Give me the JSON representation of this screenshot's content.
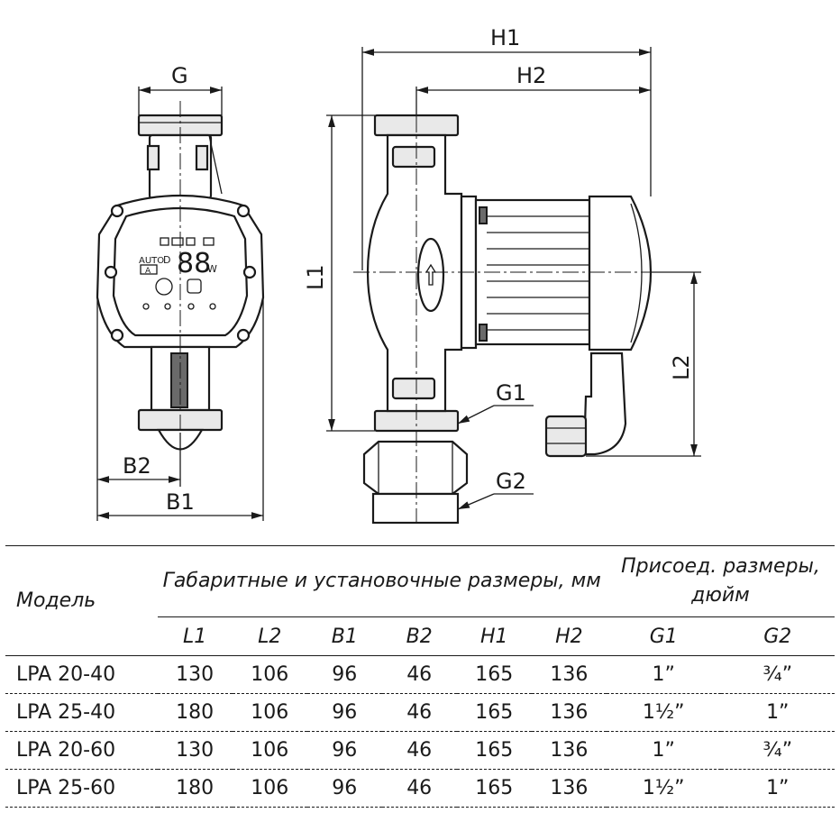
{
  "dimensions": {
    "g": "G",
    "b1": "B1",
    "b2": "B2",
    "h1": "H1",
    "h2": "H2",
    "l1": "L1",
    "l2": "L2",
    "g1": "G1",
    "g2": "G2"
  },
  "panel": {
    "auto_label": "AUTO",
    "mode_letter": "D",
    "display_digits": "88",
    "unit": "W",
    "mode_badge": "A"
  },
  "table": {
    "model_header": "Модель",
    "group_dimensions": "Габаритные и установочные размеры, мм",
    "group_connection": "Присоед. размеры, дюйм",
    "columns": [
      "L1",
      "L2",
      "B1",
      "B2",
      "H1",
      "H2",
      "G1",
      "G2"
    ],
    "rows": [
      {
        "model": "LPA 20-40",
        "values": [
          "130",
          "106",
          "96",
          "46",
          "165",
          "136",
          "1”",
          "¾”"
        ]
      },
      {
        "model": "LPA 25-40",
        "values": [
          "180",
          "106",
          "96",
          "46",
          "165",
          "136",
          "1½”",
          "1”"
        ]
      },
      {
        "model": "LPA 20-60",
        "values": [
          "130",
          "106",
          "96",
          "46",
          "165",
          "136",
          "1”",
          "¾”"
        ]
      },
      {
        "model": "LPA 25-60",
        "values": [
          "180",
          "106",
          "96",
          "46",
          "165",
          "136",
          "1½”",
          "1”"
        ]
      }
    ]
  }
}
